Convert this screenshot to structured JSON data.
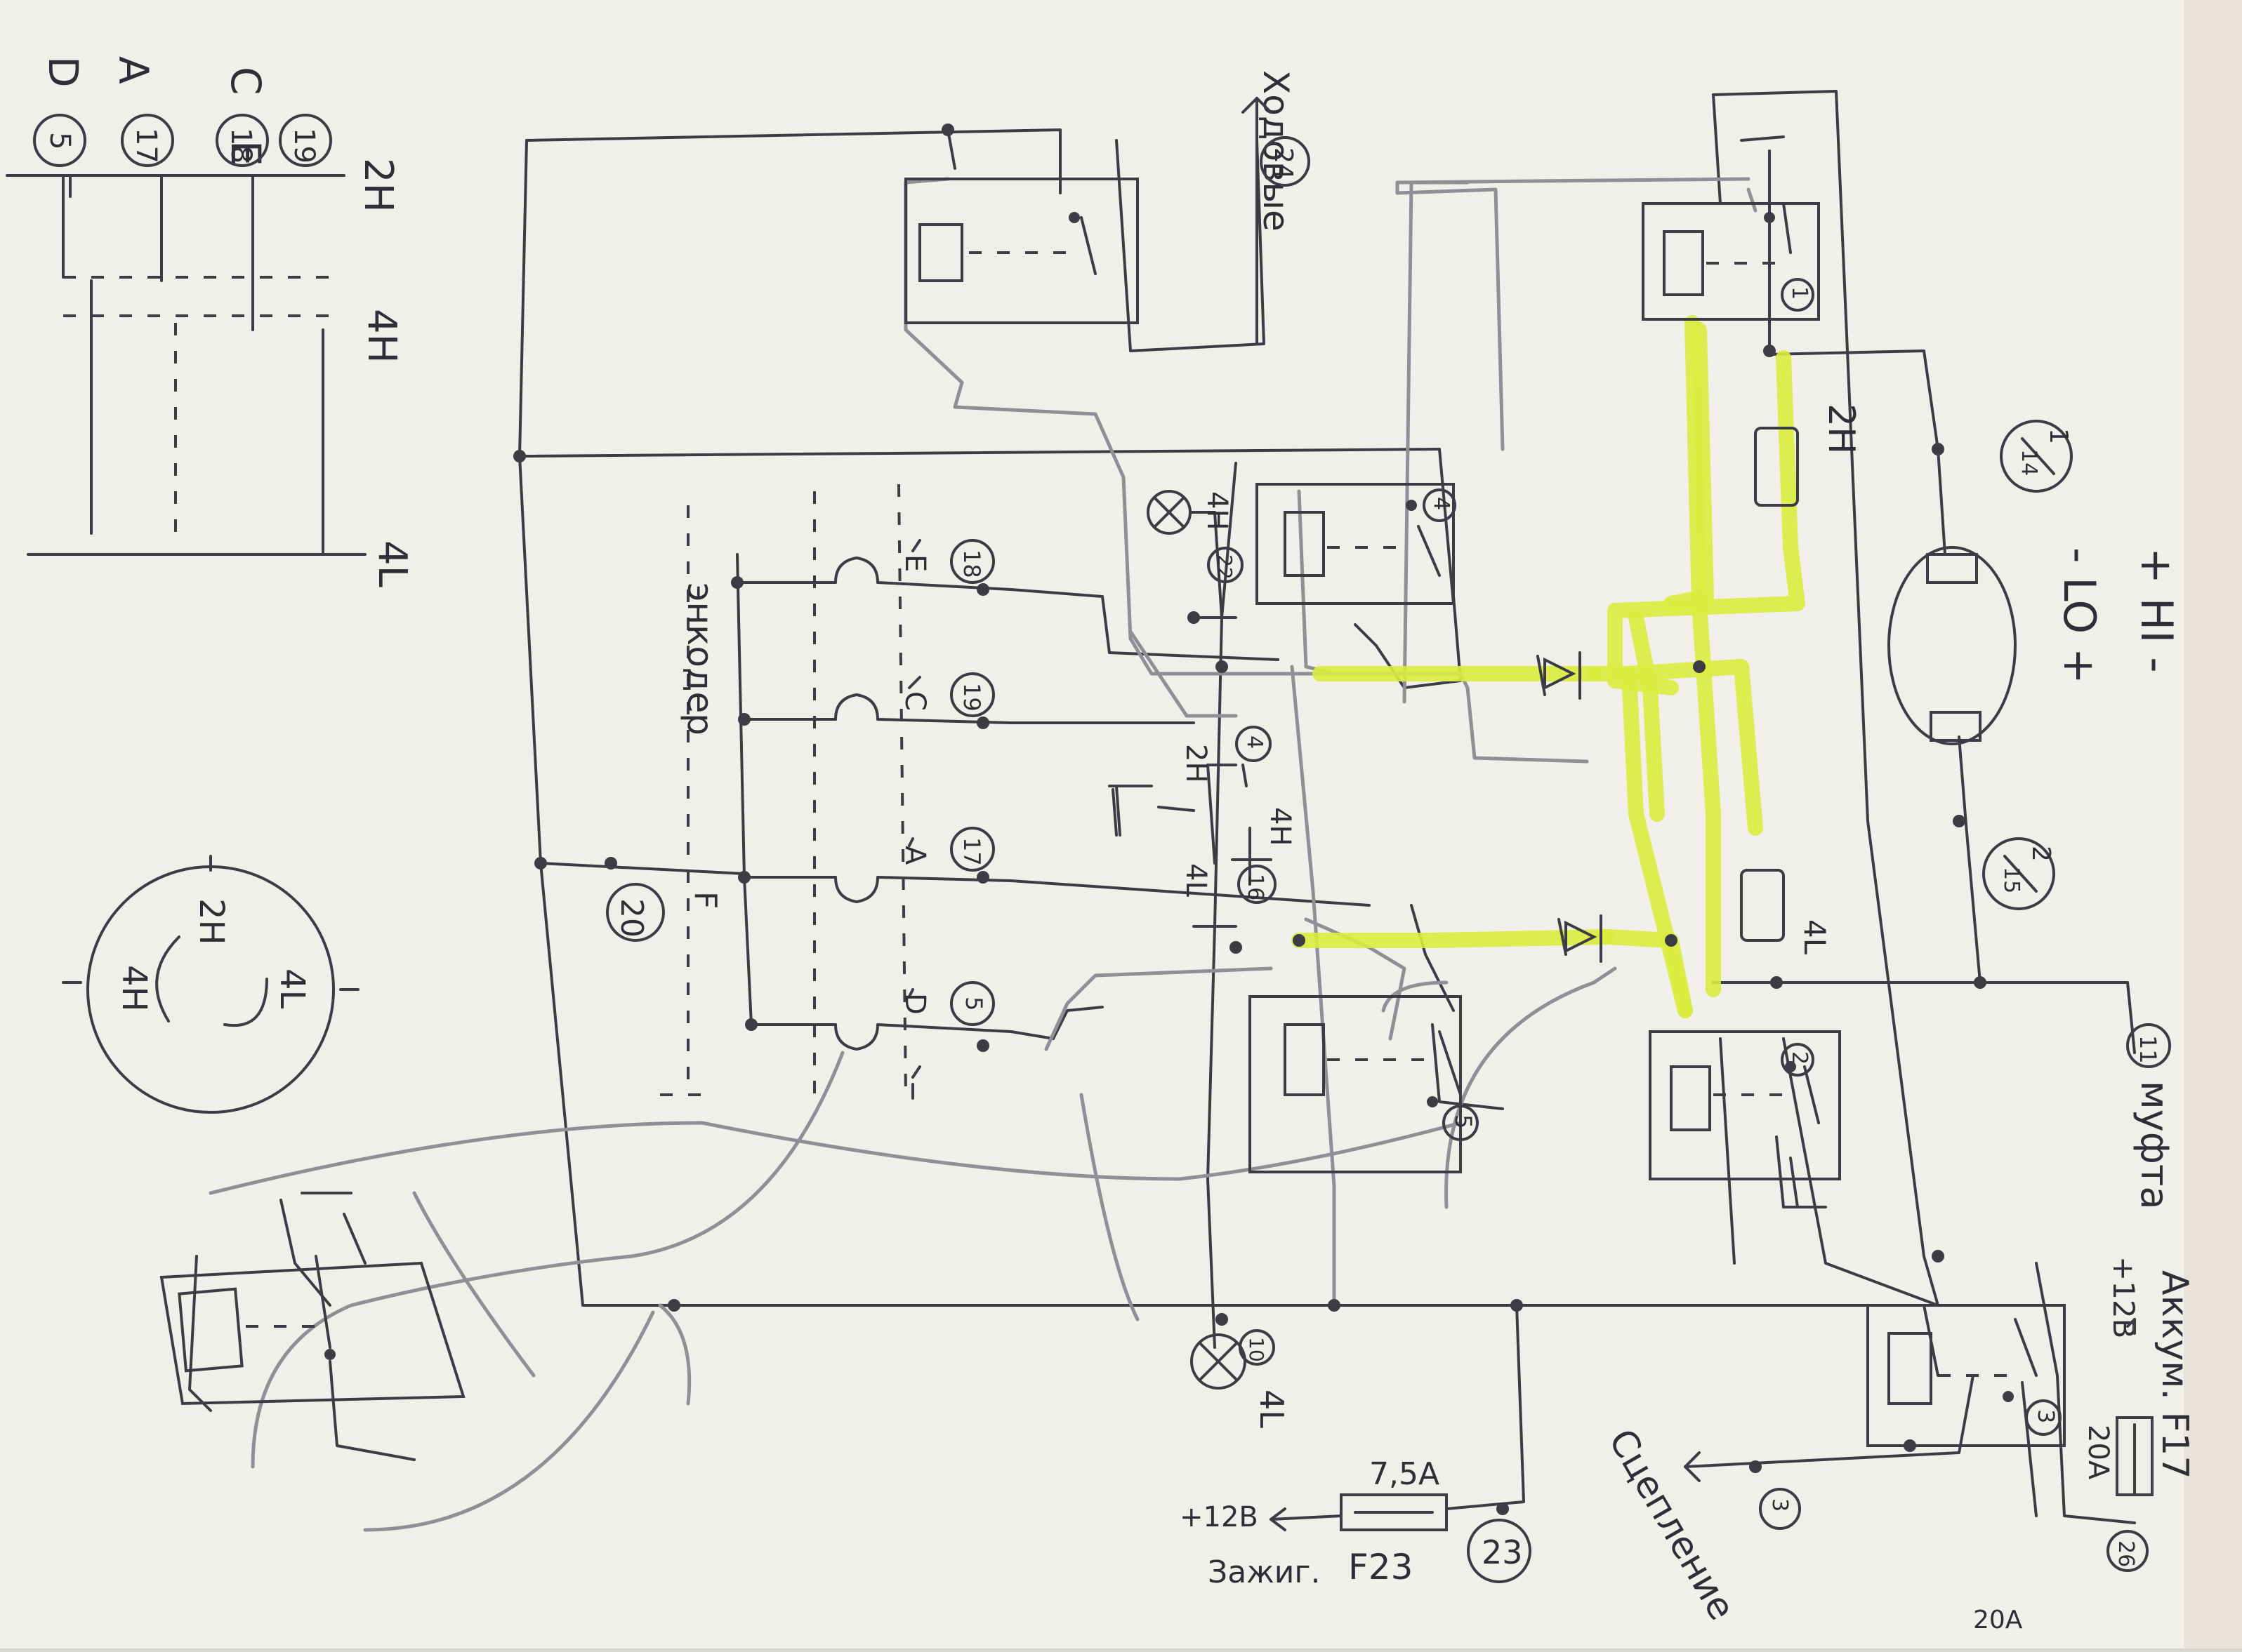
{
  "legend": {
    "rows": [
      {
        "letter": "C",
        "pin": "19"
      },
      {
        "letter": "E",
        "pin": "18"
      },
      {
        "letter": "A",
        "pin": "17"
      },
      {
        "letter": "D",
        "pin": "5"
      }
    ],
    "modes": [
      "2H",
      "4H",
      "4L"
    ]
  },
  "mode_circle": {
    "labels": [
      "2H",
      "4H",
      "4L"
    ]
  },
  "polarity": {
    "line1": "+ HI -",
    "line2": "- LO +"
  },
  "relay_labels": [
    "1",
    "2",
    "3",
    "4",
    "5"
  ],
  "motor_pins": [
    {
      "num": "1",
      "den": "14"
    },
    {
      "num": "2",
      "den": "15"
    }
  ],
  "connectors": {
    "khodovye": "Ходовые",
    "khodovye_pin": "24",
    "lamp_4h": "4H",
    "lamp_4h_pin": "22",
    "lamp_4l": "4L",
    "lamp_4l_pin": "10",
    "pin_2h": "4",
    "pin_2h_label": "2H",
    "pin_4l": "16",
    "pin_4l_label": "4L",
    "pin_4h_label": "4H",
    "mufta": "муфта",
    "mufta_pin": "11",
    "scheplenie": "Сцепление",
    "scheplenie_pin": "3",
    "accum": "Аккум. F17",
    "accum_v": "+12В",
    "accum_fuse": "20А",
    "accum_pin": "26",
    "ign": "Зажиг.",
    "ign_v": "+12В",
    "ign_fuse": "F23",
    "ign_amp": "7,5А",
    "ign_pin": "23",
    "mid_4l": "4L",
    "mid_2h": "2H",
    "bottom_note": "20А"
  },
  "encoder": {
    "title": "энкодер",
    "pin": "20",
    "letters": [
      "E",
      "C",
      "A",
      "D"
    ],
    "pins": [
      "18",
      "19",
      "17",
      "5"
    ],
    "f_letter": "F"
  }
}
